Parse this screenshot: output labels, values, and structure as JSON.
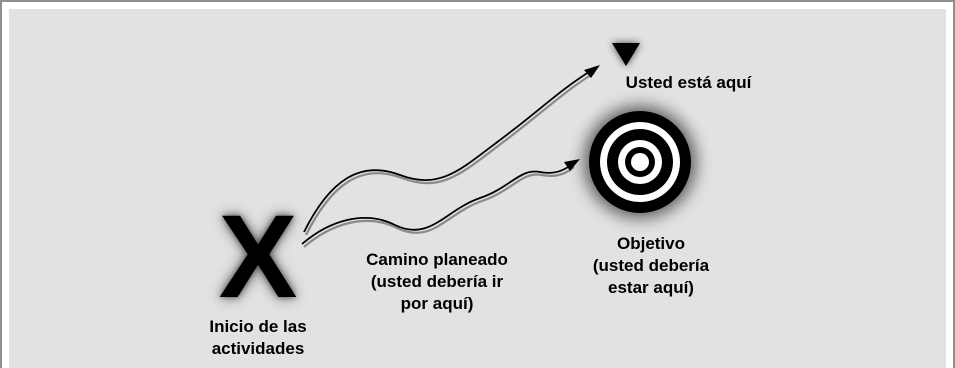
{
  "diagram": {
    "start": {
      "mark": "X",
      "label_line1": "Inicio de las",
      "label_line2": "actividades"
    },
    "planned_path": {
      "label_line1": "Camino planeado",
      "label_line2": "(usted debería ir",
      "label_line3": "por aquí)"
    },
    "goal": {
      "label_line1": "Objetivo",
      "label_line2": "(usted debería",
      "label_line3": "estar aquí)",
      "icon": "target-icon"
    },
    "current_position": {
      "label": "Usted está aquí",
      "icon": "triangle-down-marker-icon"
    }
  },
  "colors": {
    "panel_background": "#e2e2e2",
    "frame_border": "#8f8f8f",
    "ink": "#000000",
    "path_shadow": "#8a8a8a"
  }
}
